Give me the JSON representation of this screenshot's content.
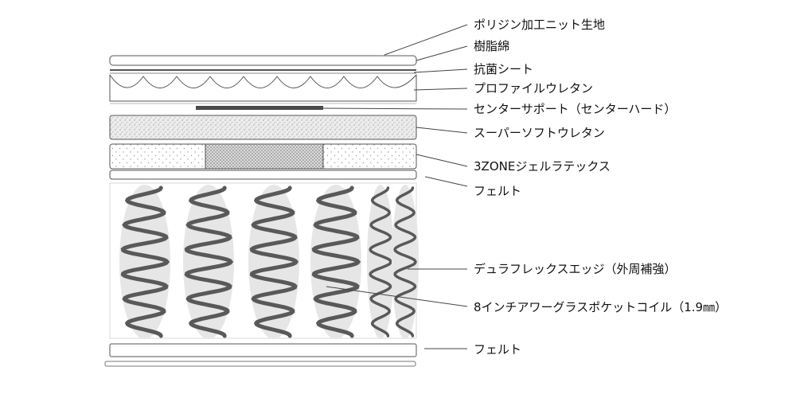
{
  "labels": {
    "l1": "ポリジン加工ニット生地",
    "l2": "樹脂綿",
    "l3": "抗菌シート",
    "l4": "プロファイルウレタン",
    "l5": "センターサポート（センターハード）",
    "l6": "スーパーソフトウレタン",
    "l7": "3ZONEジェルラテックス",
    "l8": "フェルト",
    "l9": "デュラフレックスエッジ（外周補強）",
    "l10": "8インチアワーグラスポケットコイル（1.9㎜）",
    "l11": "フェルト"
  },
  "colors": {
    "stroke": "#555555",
    "leader": "#444444",
    "coil": "#595959",
    "pocket": "#e6e6e6",
    "foam": "#e9e9e9",
    "center_support": "#4a4a4a"
  }
}
